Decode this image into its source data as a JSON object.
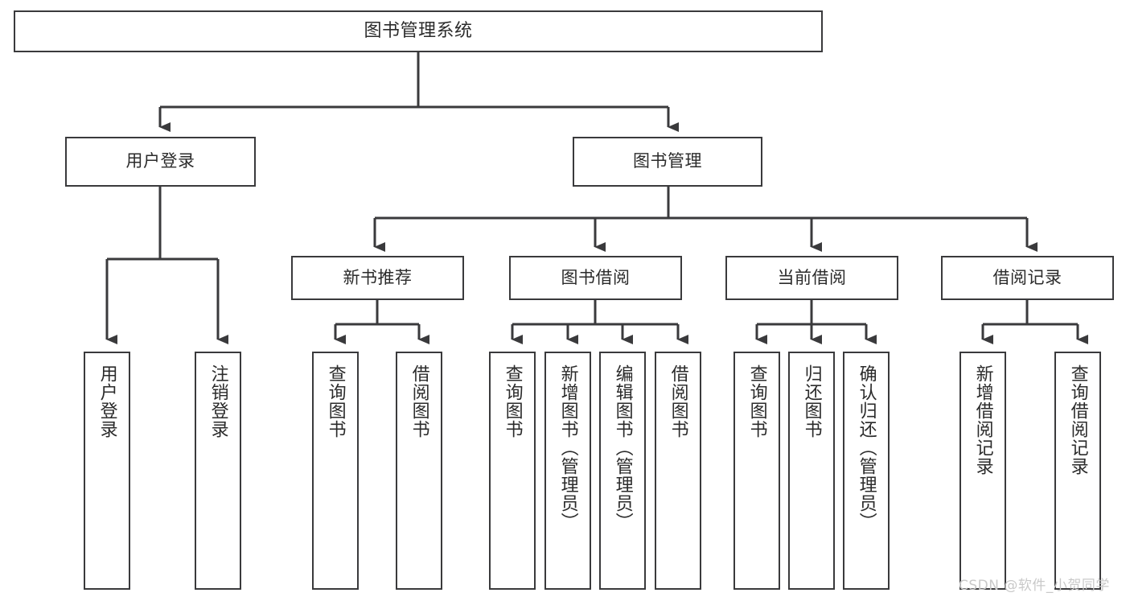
{
  "diagram": {
    "title": "图书管理系统",
    "type": "tree-hierarchy",
    "root": {
      "label": "图书管理系统"
    },
    "level2": [
      {
        "label": "用户登录"
      },
      {
        "label": "图书管理"
      }
    ],
    "level3": [
      {
        "label": "新书推荐",
        "parent": "图书管理"
      },
      {
        "label": "图书借阅",
        "parent": "图书管理"
      },
      {
        "label": "当前借阅",
        "parent": "图书管理"
      },
      {
        "label": "借阅记录",
        "parent": "图书管理"
      }
    ],
    "leaves": [
      {
        "label": "用户登录",
        "parent": "用户登录"
      },
      {
        "label": "注销登录",
        "parent": "用户登录"
      },
      {
        "label": "查询图书",
        "parent": "新书推荐"
      },
      {
        "label": "借阅图书",
        "parent": "新书推荐"
      },
      {
        "label": "查询图书",
        "parent": "图书借阅"
      },
      {
        "label": "新增图书（管理员）",
        "parent": "图书借阅"
      },
      {
        "label": "编辑图书（管理员）",
        "parent": "图书借阅"
      },
      {
        "label": "借阅图书",
        "parent": "图书借阅"
      },
      {
        "label": "查询图书",
        "parent": "当前借阅"
      },
      {
        "label": "归还图书",
        "parent": "当前借阅"
      },
      {
        "label": "确认归还（管理员）",
        "parent": "当前借阅"
      },
      {
        "label": "新增借阅记录",
        "parent": "借阅记录"
      },
      {
        "label": "查询借阅记录",
        "parent": "借阅记录"
      }
    ]
  },
  "watermark": {
    "text": "CSDN @软件_小贺同学"
  },
  "colors": {
    "background": "#ffffff",
    "box_border": "#3a3a3c",
    "box_fill": "#ffffff",
    "connector": "#3a3a3c",
    "text": "#2b2b2b",
    "watermark": "#c9c9c9"
  }
}
